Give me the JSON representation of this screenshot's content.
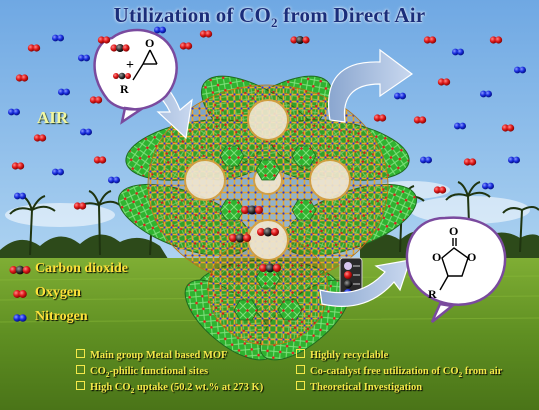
{
  "title": {
    "prefix": "Utilization of CO",
    "subscript": "2",
    "suffix": " from Direct Air"
  },
  "air_label": "AIR",
  "legend": [
    {
      "label": "Carbon dioxide",
      "molecule": "co2"
    },
    {
      "label": "Oxygen",
      "molecule": "o2"
    },
    {
      "label": "Nitrogen",
      "molecule": "n2"
    }
  ],
  "epoxide_bubble": {
    "plus": "+",
    "r_group": "R",
    "oxygen": "O"
  },
  "carbonate_bubble": {
    "oxygen_top": "O",
    "oxygen_ring_1": "O",
    "oxygen_ring_2": "O",
    "r_group": "R"
  },
  "features": {
    "left": [
      {
        "pre": "Main group Metal based MOF",
        "sub": "",
        "post": ""
      },
      {
        "pre": "CO",
        "sub": "2",
        "post": "-philic functional sites"
      },
      {
        "pre": "High CO",
        "sub": "2",
        "post": " uptake (50.2 wt.% at 273 K)"
      }
    ],
    "right": [
      {
        "pre": "Highly recyclable",
        "sub": "",
        "post": ""
      },
      {
        "pre": "Co-catalyst free utilization of CO",
        "sub": "2",
        "post": " from air"
      },
      {
        "pre": "Theoretical Investigation",
        "sub": "",
        "post": ""
      }
    ]
  },
  "colors": {
    "sky_top": "#7fb3e8",
    "sky_bottom": "#d7ebf8",
    "field": "#6a9a2a",
    "title": "#1a2d7a",
    "legend_text": "#ffe23a",
    "feature_text": "#f4e84a",
    "framework_green": "#39c43a",
    "framework_gold": "#e0a02a",
    "bubble_border": "#7a4a9e",
    "oxygen_red": "#d81818",
    "nitrogen_blue": "#1a2fd8"
  }
}
